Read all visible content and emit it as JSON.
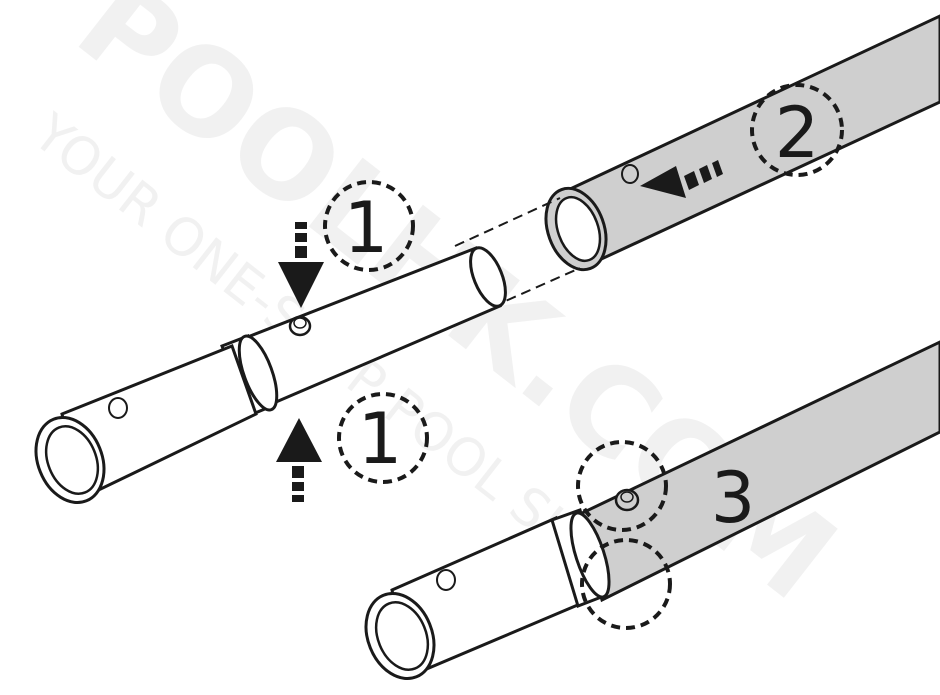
{
  "diagram": {
    "steps": [
      {
        "label": "1"
      },
      {
        "label": "1"
      },
      {
        "label": "2"
      },
      {
        "label": "3"
      }
    ]
  },
  "watermark": {
    "main": "POOLHK.COM",
    "sub": "YOUR ONE-STOP POOL SHOP"
  },
  "colors": {
    "outline": "#1a1a1a",
    "pole_fill": "#cfcfcf",
    "pole_fill_light": "#ffffff",
    "watermark": "#ededed"
  }
}
